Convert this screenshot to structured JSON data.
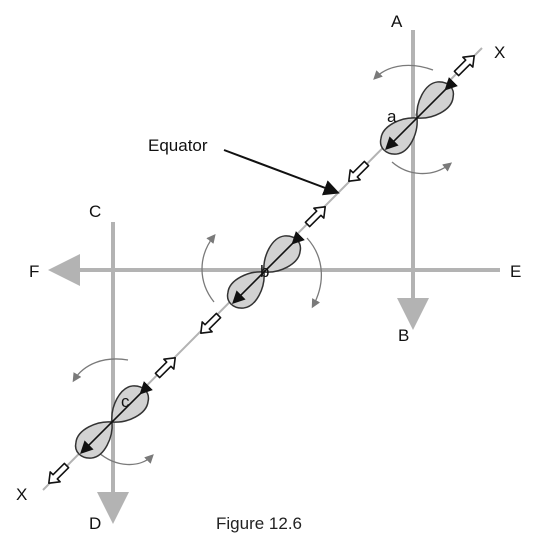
{
  "labels": {
    "A": "A",
    "B": "B",
    "C": "C",
    "D": "D",
    "E": "E",
    "F": "F",
    "X_top": "X",
    "X_bottom": "X",
    "a": "a",
    "b": "b",
    "c": "c",
    "equator": "Equator"
  },
  "caption": "Figure 12.6",
  "colors": {
    "axis": "#b3b3b3",
    "lobe_fill": "#d2d2d2",
    "lobe_stroke": "#333333",
    "arrow": "#111111",
    "rotation": "#7a7a7a"
  }
}
